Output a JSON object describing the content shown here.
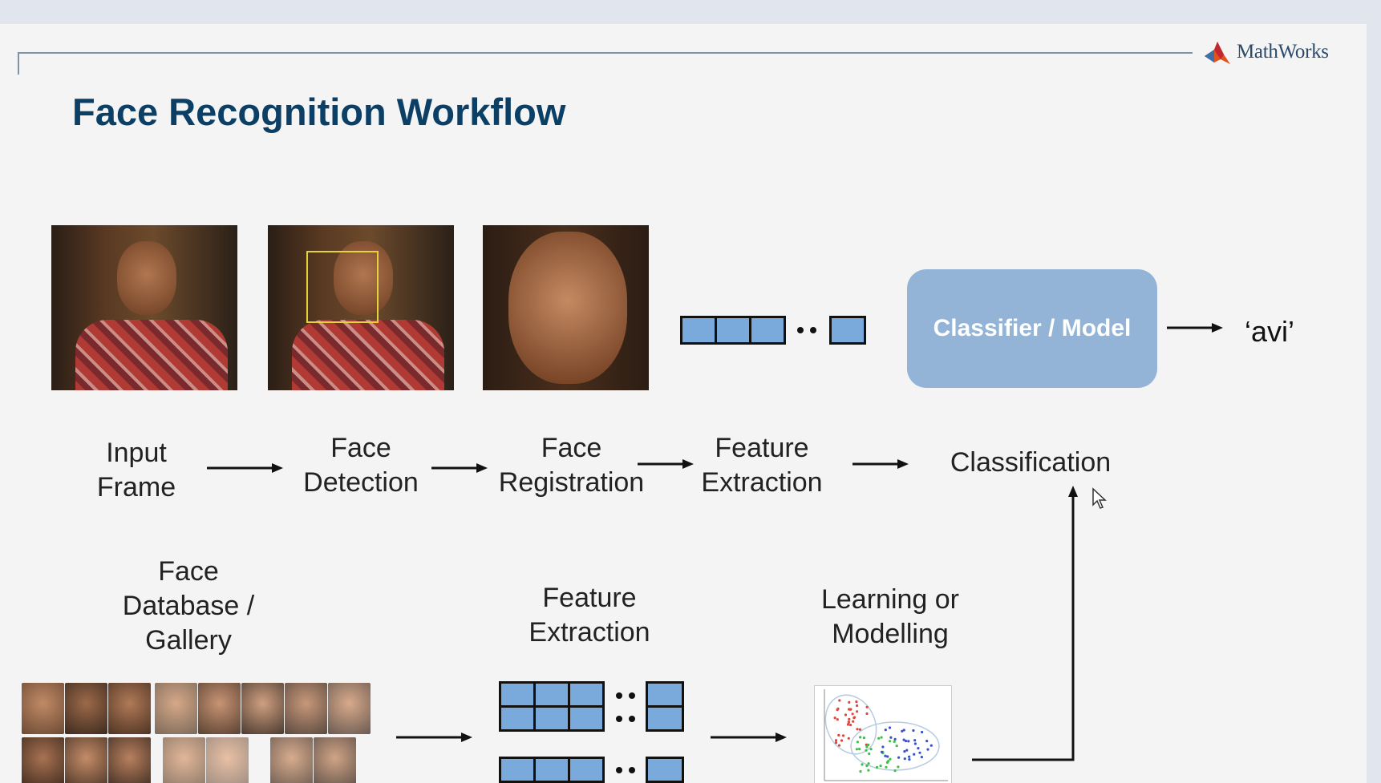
{
  "slide": {
    "title": "Face Recognition Workflow",
    "logo": {
      "text": "MathWorks",
      "icon": "membrane-logo-icon"
    }
  },
  "pipeline": {
    "steps": [
      {
        "id": "input",
        "label": "Input\nFrame"
      },
      {
        "id": "detection",
        "label": "Face\nDetection"
      },
      {
        "id": "registration",
        "label": "Face\nRegistration"
      },
      {
        "id": "extraction",
        "label": "Feature\nExtraction"
      },
      {
        "id": "classification",
        "label": "Classification"
      }
    ],
    "classifier_label": "Classifier / Model",
    "result": "‘avi’"
  },
  "training": {
    "gallery_label": "Face\nDatabase /\nGallery",
    "extraction_label": "Feature\nExtraction",
    "learning_label": "Learning or\nModelling"
  },
  "colors": {
    "title": "#0b3f66",
    "classifier_box": "#93b4d6",
    "feature_cell": "#7aaadb",
    "detection_box": "#e6d23a"
  }
}
